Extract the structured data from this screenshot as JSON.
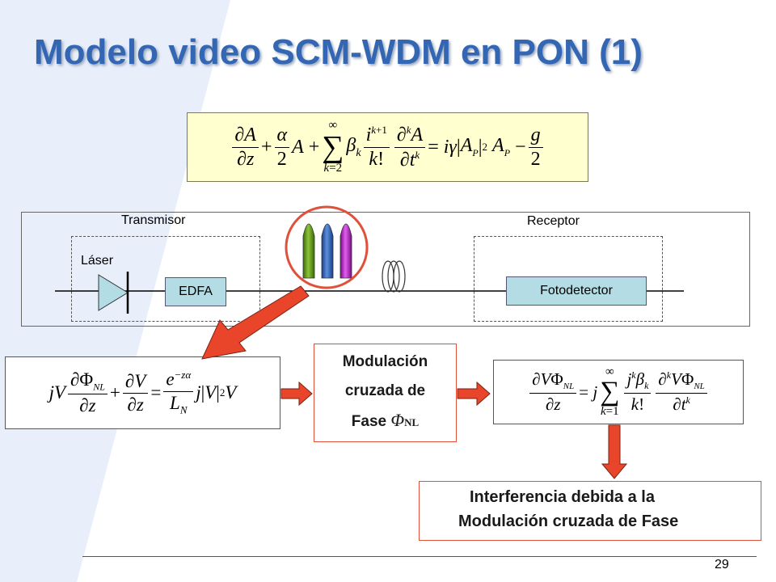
{
  "slide": {
    "title": "Modelo video SCM-WDM en PON (1)",
    "page_number": "29"
  },
  "diagram": {
    "transmitter_label": "Transmisor",
    "receiver_label": "Receptor",
    "laser_label": "Láser",
    "edfa_label": "EDFA",
    "photodetector_label": "Fotodetector"
  },
  "modulation_box": {
    "line1": "Modulación",
    "line2": "cruzada de",
    "line3": "Fase",
    "symbol": "Φ",
    "subscript": "NL"
  },
  "interference_box": {
    "line1": "Interferencia debida a la",
    "line2": "Modulación cruzada de Fase"
  },
  "colors": {
    "title": "#3366b3",
    "equation_bg": "#ffffd0",
    "arrow_red": "#e0503a",
    "component_blue": "#b4dce4",
    "pulse_green": "#5a8a10",
    "pulse_blue": "#2a5cae",
    "pulse_magenta": "#b814c4"
  }
}
